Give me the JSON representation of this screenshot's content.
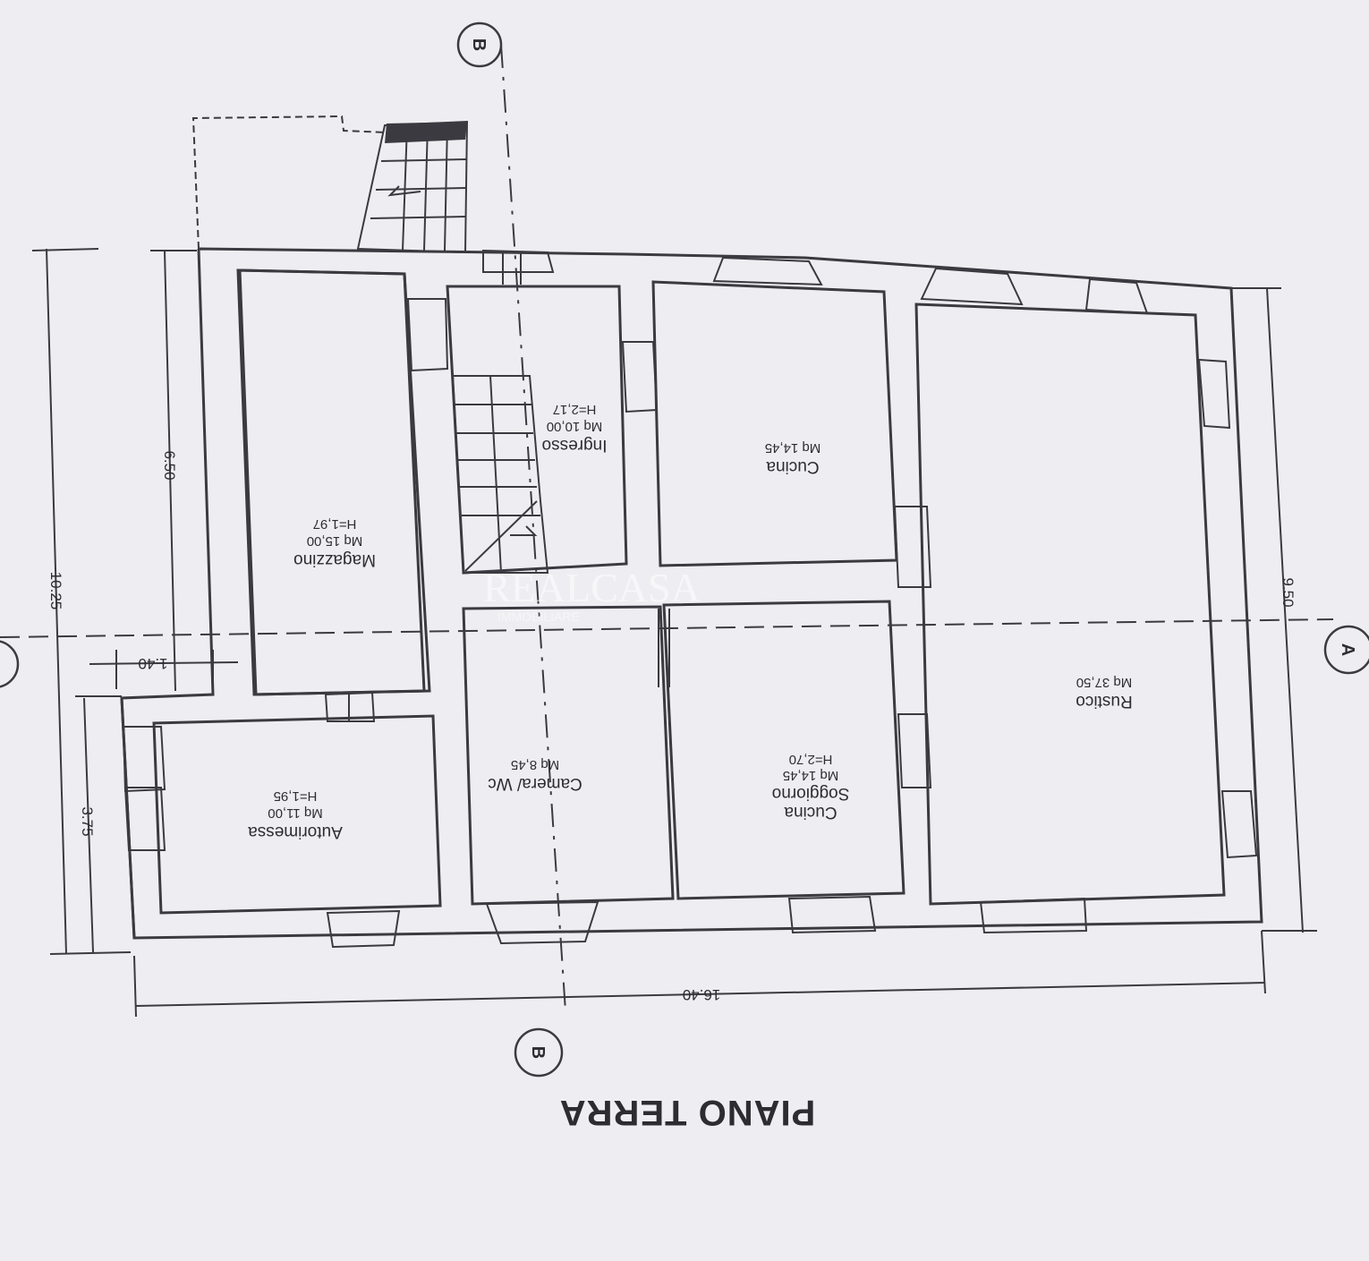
{
  "title": "PIANO TERRA",
  "rooms": {
    "magazzino": {
      "name": "Magazzino",
      "area": "Mq 15,00",
      "height": "H=1,97"
    },
    "ingresso": {
      "name": "Ingresso",
      "area": "Mq 10,00",
      "height": "H=2,17"
    },
    "cucina": {
      "name": "Cucina",
      "area": "Mq 14,45"
    },
    "rustico": {
      "name": "Rustico",
      "area": "Mq 37,50"
    },
    "autorimessa": {
      "name": "Autorimessa",
      "area": "Mq 11,00",
      "height": "H=1,95"
    },
    "camera": {
      "name": "Camera/ Wc",
      "area": "Mq 8,45"
    },
    "cucina_soggiorno": {
      "name1": "Cucina",
      "name2": "Soggiorno",
      "area": "Mq 14,45",
      "height": "H=2,70"
    }
  },
  "dimensions": {
    "total_width": "16.40",
    "total_depth_left": "10.25",
    "depth_upper": "6.50",
    "depth_lower": "3.75",
    "offset": "1.40",
    "total_depth_right": "9.50"
  },
  "section_markers": {
    "a": "A",
    "b_top": "B",
    "b_bottom": "B"
  },
  "watermark": {
    "main": "REALCASA",
    "sub": "IMMOBILIARE"
  }
}
